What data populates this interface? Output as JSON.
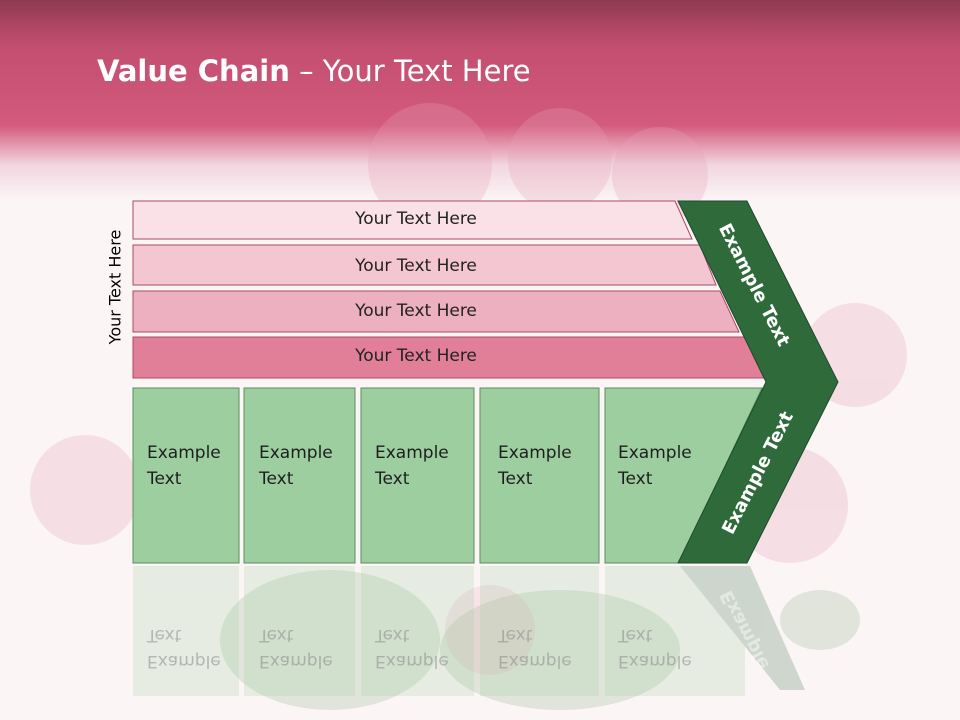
{
  "title": {
    "bold": "Value Chain",
    "rest": " – Your Text Here"
  },
  "vertical_label": "Your Text Here",
  "bars": [
    {
      "label": "Your Text Here",
      "color": "#f9e1e7"
    },
    {
      "label": "Your Text Here",
      "color": "#f3c6d2"
    },
    {
      "label": "Your Text Here",
      "color": "#ecb0c0"
    },
    {
      "label": "Your Text Here",
      "color": "#e17f98"
    }
  ],
  "boxes": [
    {
      "label": "Example\nText"
    },
    {
      "label": "Example\nText"
    },
    {
      "label": "Example\nText"
    },
    {
      "label": "Example\nText"
    },
    {
      "label": "Example\nText"
    }
  ],
  "arrow_top_label": "Example Text",
  "arrow_bottom_label": "Example Text",
  "reflection_arrow_label": "Example",
  "colors": {
    "box_green": "#9dcea0",
    "arrow_dark_green": "#2f6b3a",
    "header_pink": "#d35a7d"
  }
}
